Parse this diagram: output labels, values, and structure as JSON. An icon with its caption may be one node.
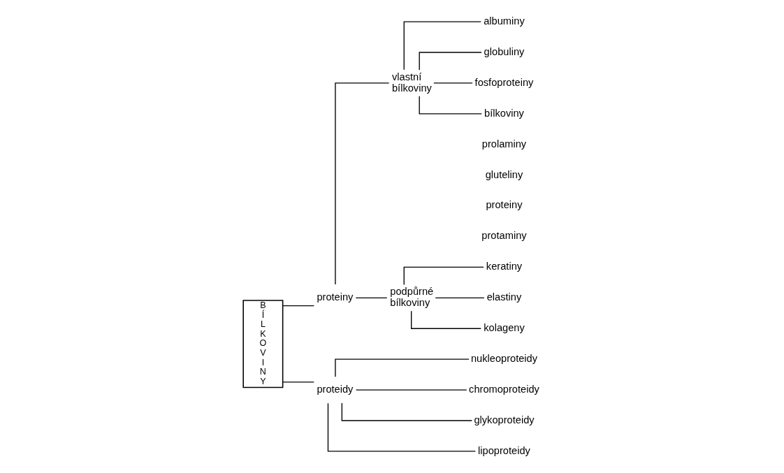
{
  "diagram": {
    "nodes": [
      {
        "text": [
          "BÍLKOVINY"
        ]
      },
      {
        "text": [
          "proteiny"
        ]
      },
      {
        "text": [
          "proteidy"
        ]
      },
      {
        "text": [
          "vlastní bílkoviny"
        ]
      },
      {
        "text": [
          "podpůrné bílkoviny"
        ]
      },
      {
        "text": [
          "albuminy"
        ]
      },
      {
        "text": [
          "globuliny"
        ]
      },
      {
        "text": [
          "fosfoproteiny"
        ]
      },
      {
        "text": [
          "bílkoviny"
        ]
      },
      {
        "text": [
          "prolaminy"
        ]
      },
      {
        "text": [
          "gluteliny"
        ]
      },
      {
        "text": [
          "proteiny"
        ]
      },
      {
        "text": [
          "protaminy"
        ]
      },
      {
        "text": [
          "keratiny"
        ]
      },
      {
        "text": [
          "elastiny"
        ]
      },
      {
        "text": [
          "kolageny"
        ]
      },
      {
        "text": [
          "nukleoproteidy"
        ]
      },
      {
        "text": [
          "chromoproteidy"
        ]
      },
      {
        "text": [
          "glykoproteidy"
        ]
      },
      {
        "text": [
          "lipoproteidy"
        ]
      }
    ],
    "edges": [
      {
        "from": 0,
        "to": 1,
        "arrow": "none"
      },
      {
        "from": 0,
        "to": 2,
        "arrow": "none"
      },
      {
        "from": 1,
        "to": 3,
        "arrow": "none"
      },
      {
        "from": 1,
        "to": 4,
        "arrow": "none"
      },
      {
        "from": 3,
        "to": 5,
        "arrow": "none"
      },
      {
        "from": 3,
        "to": 6,
        "arrow": "none"
      },
      {
        "from": 3,
        "to": 7,
        "arrow": "none"
      },
      {
        "from": 3,
        "to": 8,
        "arrow": "none"
      },
      {
        "from": 4,
        "to": 13,
        "arrow": "none"
      },
      {
        "from": 4,
        "to": 14,
        "arrow": "none"
      },
      {
        "from": 4,
        "to": 15,
        "arrow": "none"
      },
      {
        "from": 2,
        "to": 16,
        "arrow": "none"
      },
      {
        "from": 2,
        "to": 17,
        "arrow": "none"
      },
      {
        "from": 2,
        "to": 18,
        "arrow": "none"
      },
      {
        "from": 2,
        "to": 19,
        "arrow": "none"
      }
    ]
  }
}
